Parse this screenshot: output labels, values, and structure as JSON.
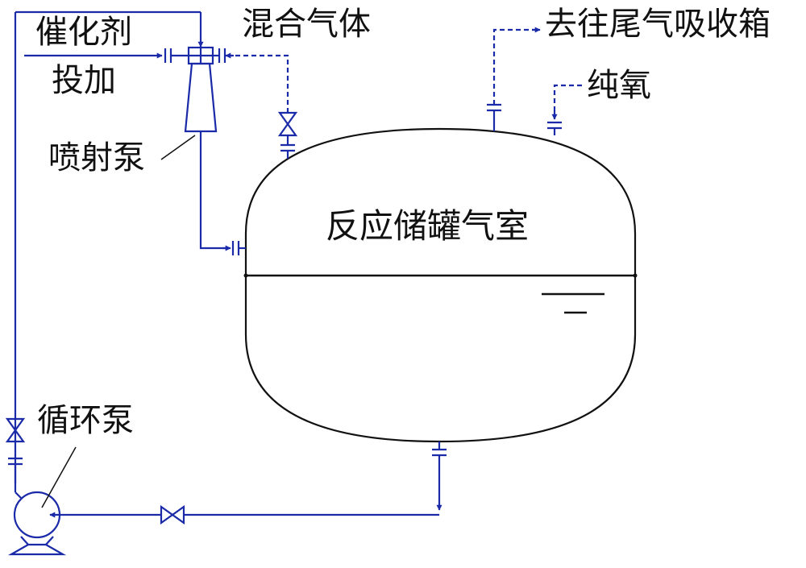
{
  "labels": {
    "catalyst_line1": "催化剂",
    "catalyst_line2": "投加",
    "mixed_gas": "混合气体",
    "jet_pump": "喷射泵",
    "to_tail_gas": "去往尾气吸收箱",
    "pure_oxygen": "纯氧",
    "vessel": "反应储罐气室",
    "circulation_pump": "循环泵"
  },
  "colors": {
    "pipe": "#1a2aa8",
    "vessel_outline": "#111111",
    "text": "#111111"
  }
}
